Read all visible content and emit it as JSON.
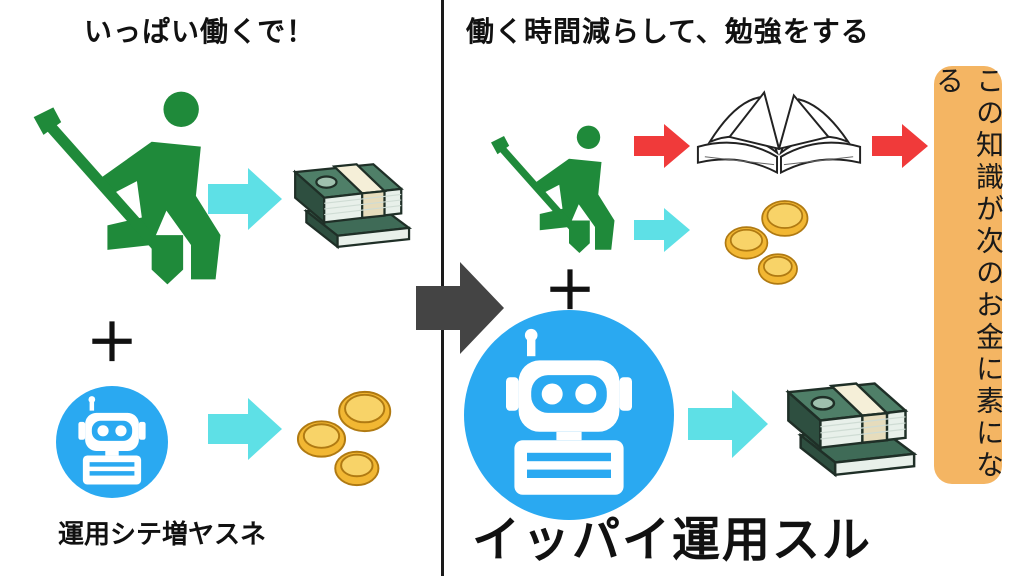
{
  "left_panel": {
    "heading": "いっぱい働くで！",
    "plus": "＋",
    "caption": "運用シテ増ヤスネ"
  },
  "right_panel": {
    "heading": "働く時間減らして、勉強をする",
    "plus": "＋",
    "caption": "イッパイ運用スル",
    "side_note": "この知識が次のお金に素になる"
  },
  "colors": {
    "worker": "#1f8a3a",
    "arrow_cyan": "#5ee0e6",
    "arrow_red": "#f03a3a",
    "arrow_dark": "#444444",
    "robot_blue": "#2aa9f1",
    "pill_orange": "#f4b563",
    "coin_gold": "#f2b733",
    "cash_green": "#3f6b57"
  },
  "icons": [
    "digging-worker-icon",
    "robot-icon",
    "cash-bundle-icon",
    "coins-icon",
    "open-book-icon",
    "arrow-right-icon"
  ]
}
